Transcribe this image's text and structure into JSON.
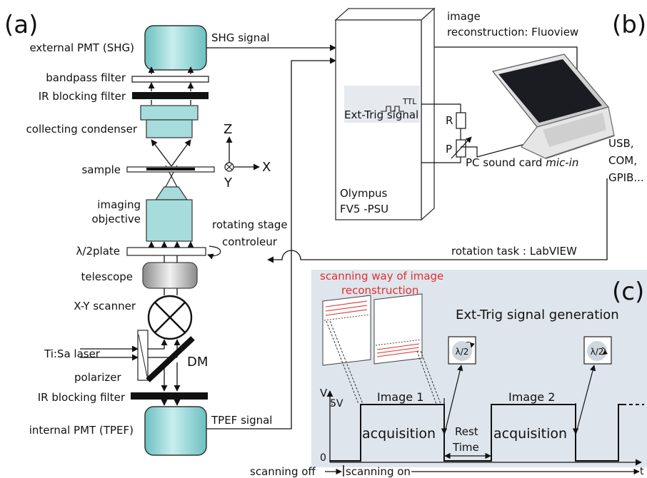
{
  "panel_labels": {
    "a": "(a)",
    "b": "(b)",
    "c": "(c)"
  },
  "panel_a": {
    "external_pmt": "external PMT (SHG)",
    "bandpass_filter": "bandpass filter",
    "ir_blocking_filter_top": "IR blocking filter",
    "collecting_condenser": "collecting condenser",
    "sample": "sample",
    "imaging_objective_line1": "imaging",
    "imaging_objective_line2": "objective",
    "half_wave_plate": "λ/2plate",
    "telescope": "telescope",
    "xy_scanner": "X-Y scanner",
    "laser": "Ti:Sa laser",
    "polarizer": "polarizer",
    "dm": "DM",
    "ir_blocking_filter_bottom": "IR blocking filter",
    "internal_pmt": "internal PMT (TPEF)",
    "axis_z": "Z",
    "axis_x": "X",
    "axis_y": "Y",
    "rotating_stage_line1": "rotating stage",
    "rotating_stage_line2": "controleur"
  },
  "signals": {
    "shg_signal": "SHG signal",
    "tpef_signal": "TPEF signal"
  },
  "panel_b": {
    "image_recon_line1": "image",
    "image_recon_line2": "reconstruction: Fluoview",
    "ttl": "TTL",
    "ext_trig_signal": "Ext-Trig signal",
    "resistor_r": "R",
    "resistor_p": "P",
    "sound_card": "PC sound card",
    "mic_in": "mic-in",
    "olympus_line1": "Olympus",
    "olympus_line2": "FV5 -PSU",
    "usb": "USB,",
    "com": "COM,",
    "gpib": "GPIB...",
    "rotation_task": "rotation task : LabVIEW"
  },
  "panel_c": {
    "scanning_way_line1": "scanning way of image",
    "scanning_way_line2": "reconstruction",
    "title": "Ext-Trig signal generation",
    "v_label": "V",
    "five_v": "5V",
    "zero": "0",
    "image1": "Image 1",
    "image2": "Image 2",
    "acquisition1": "acquisition",
    "acquisition2": "acquisition",
    "rest_line1": "Rest",
    "rest_line2": "Time",
    "half_wave_icon": "λ/2",
    "scanning_off": "scanning off",
    "scanning_on": "scanning on",
    "t_label": "t"
  },
  "colors": {
    "component_fill": "#a6dcdc",
    "panel_c_bg": "#dfe5ec",
    "scan_line_red": "#e03030",
    "ttl_box": "#e6eaee"
  }
}
